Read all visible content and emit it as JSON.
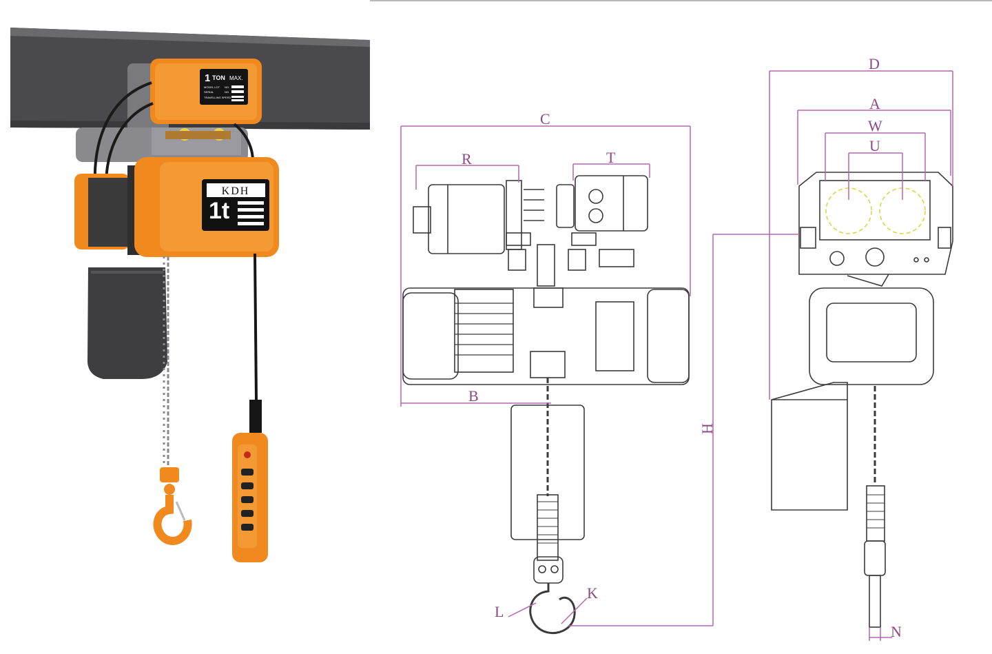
{
  "product_photo": {
    "rating_plate_top": {
      "value": "1",
      "unit": "TON",
      "suffix": "MAX."
    },
    "rating_plate_lines": [
      "MODEL LOT",
      "SERIAL",
      "TRAVELLING SPEED"
    ],
    "rating_plate_codes": [
      "NO.",
      "NO."
    ],
    "hoist_brand": "KDH",
    "hoist_capacity": "1t"
  },
  "dimension_labels": {
    "C": "C",
    "R": "R",
    "T": "T",
    "B": "B",
    "H": "H",
    "L": "L",
    "K": "K",
    "D": "D",
    "A": "A",
    "W": "W",
    "U": "U",
    "N": "N"
  },
  "colors": {
    "dimension": "#b565b0",
    "hoist_orange": "#f08a1e",
    "beam": "#4e4e52",
    "line_art": "#3a3a3a"
  }
}
